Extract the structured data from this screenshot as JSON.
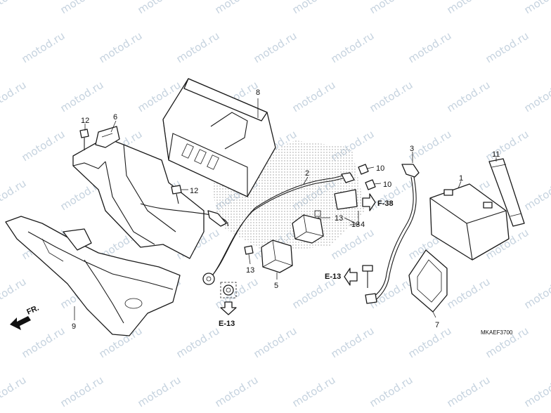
{
  "watermark": "motod.ru",
  "diagram_code": "MKAEF3700",
  "direction_label": "FR.",
  "callouts": {
    "p1": "1",
    "p2": "2",
    "p3": "3",
    "p4": "4",
    "p5": "5",
    "p6": "6",
    "p7": "7",
    "p8": "8",
    "p9": "9",
    "p10a": "10",
    "p10b": "10",
    "p11": "11",
    "p12a": "12",
    "p12b": "12",
    "p13a": "13",
    "p13b": "13",
    "p13c": "13"
  },
  "references": {
    "f38": "F-38",
    "e13_bolt": "E-13",
    "e13_bottom": "E-13"
  }
}
